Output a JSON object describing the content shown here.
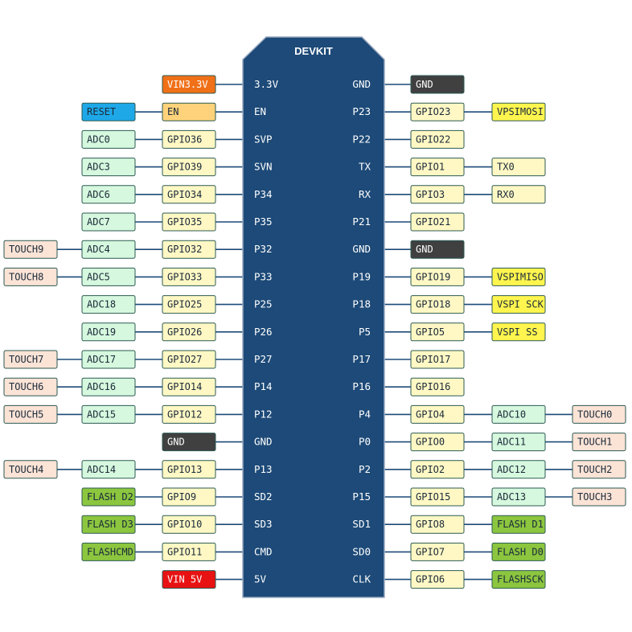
{
  "board": {
    "title": "DEVKIT",
    "left_pins": [
      "3.3V",
      "EN",
      "SVP",
      "SVN",
      "P34",
      "P35",
      "P32",
      "P33",
      "P25",
      "P26",
      "P27",
      "P14",
      "P12",
      "GND",
      "P13",
      "SD2",
      "SD3",
      "CMD",
      "5V"
    ],
    "right_pins": [
      "GND",
      "P23",
      "P22",
      "TX",
      "RX",
      "P21",
      "GND",
      "P19",
      "P18",
      "P5",
      "P17",
      "P16",
      "P4",
      "P0",
      "P2",
      "P15",
      "SD1",
      "SD0",
      "CLK"
    ]
  },
  "left_rows": [
    [
      {
        "text": "VIN3.3V",
        "type": "power33"
      }
    ],
    [
      {
        "text": "EN",
        "type": "en"
      },
      {
        "text": "RESET",
        "type": "reset"
      }
    ],
    [
      {
        "text": "GPIO36",
        "type": "gpio"
      },
      {
        "text": "ADC0",
        "type": "adc"
      }
    ],
    [
      {
        "text": "GPIO39",
        "type": "gpio"
      },
      {
        "text": "ADC3",
        "type": "adc"
      }
    ],
    [
      {
        "text": "GPIO34",
        "type": "gpio"
      },
      {
        "text": "ADC6",
        "type": "adc"
      }
    ],
    [
      {
        "text": "GPIO35",
        "type": "gpio"
      },
      {
        "text": "ADC7",
        "type": "adc"
      }
    ],
    [
      {
        "text": "GPIO32",
        "type": "gpio"
      },
      {
        "text": "ADC4",
        "type": "adc"
      },
      {
        "text": "TOUCH9",
        "type": "touch"
      }
    ],
    [
      {
        "text": "GPIO33",
        "type": "gpio"
      },
      {
        "text": "ADC5",
        "type": "adc"
      },
      {
        "text": "TOUCH8",
        "type": "touch"
      }
    ],
    [
      {
        "text": "GPIO25",
        "type": "gpio"
      },
      {
        "text": "ADC18",
        "type": "adc"
      }
    ],
    [
      {
        "text": "GPIO26",
        "type": "gpio"
      },
      {
        "text": "ADC19",
        "type": "adc"
      }
    ],
    [
      {
        "text": "GPIO27",
        "type": "gpio"
      },
      {
        "text": "ADC17",
        "type": "adc"
      },
      {
        "text": "TOUCH7",
        "type": "touch"
      }
    ],
    [
      {
        "text": "GPIO14",
        "type": "gpio"
      },
      {
        "text": "ADC16",
        "type": "adc"
      },
      {
        "text": "TOUCH6",
        "type": "touch"
      }
    ],
    [
      {
        "text": "GPIO12",
        "type": "gpio"
      },
      {
        "text": "ADC15",
        "type": "adc"
      },
      {
        "text": "TOUCH5",
        "type": "touch"
      }
    ],
    [
      {
        "text": "GND",
        "type": "gnd"
      }
    ],
    [
      {
        "text": "GPIO13",
        "type": "gpio"
      },
      {
        "text": "ADC14",
        "type": "adc"
      },
      {
        "text": "TOUCH4",
        "type": "touch"
      }
    ],
    [
      {
        "text": "GPIO9",
        "type": "gpio"
      },
      {
        "text": "FLASH D2",
        "type": "flash"
      }
    ],
    [
      {
        "text": "GPIO10",
        "type": "gpio"
      },
      {
        "text": "FLASH D3",
        "type": "flash"
      }
    ],
    [
      {
        "text": "GPIO11",
        "type": "gpio"
      },
      {
        "text": "FLASHCMD",
        "type": "flash"
      }
    ],
    [
      {
        "text": "VIN 5V",
        "type": "power5"
      }
    ]
  ],
  "right_rows": [
    [
      {
        "text": "GND",
        "type": "gnd"
      }
    ],
    [
      {
        "text": "GPIO23",
        "type": "gpio"
      },
      {
        "text": "VPSIMOSI",
        "type": "spi"
      }
    ],
    [
      {
        "text": "GPIO22",
        "type": "gpio"
      }
    ],
    [
      {
        "text": "GPIO1",
        "type": "gpio"
      },
      {
        "text": "TX0",
        "type": "uart"
      }
    ],
    [
      {
        "text": "GPIO3",
        "type": "gpio"
      },
      {
        "text": "RX0",
        "type": "uart"
      }
    ],
    [
      {
        "text": "GPIO21",
        "type": "gpio"
      }
    ],
    [
      {
        "text": "GND",
        "type": "gnd"
      }
    ],
    [
      {
        "text": "GPIO19",
        "type": "gpio"
      },
      {
        "text": "VSPIMISO",
        "type": "spi"
      }
    ],
    [
      {
        "text": "GPIO18",
        "type": "gpio"
      },
      {
        "text": "VSPI SCK",
        "type": "spi"
      }
    ],
    [
      {
        "text": "GPIO5",
        "type": "gpio"
      },
      {
        "text": "VSPI SS",
        "type": "spi"
      }
    ],
    [
      {
        "text": "GPIO17",
        "type": "gpio"
      }
    ],
    [
      {
        "text": "GPIO16",
        "type": "gpio"
      }
    ],
    [
      {
        "text": "GPIO4",
        "type": "gpio"
      },
      {
        "text": "ADC10",
        "type": "adc"
      },
      {
        "text": "TOUCH0",
        "type": "touch"
      }
    ],
    [
      {
        "text": "GPIO0",
        "type": "gpio"
      },
      {
        "text": "ADC11",
        "type": "adc"
      },
      {
        "text": "TOUCH1",
        "type": "touch"
      }
    ],
    [
      {
        "text": "GPIO2",
        "type": "gpio"
      },
      {
        "text": "ADC12",
        "type": "adc"
      },
      {
        "text": "TOUCH2",
        "type": "touch"
      }
    ],
    [
      {
        "text": "GPIO15",
        "type": "gpio"
      },
      {
        "text": "ADC13",
        "type": "adc"
      },
      {
        "text": "TOUCH3",
        "type": "touch"
      }
    ],
    [
      {
        "text": "GPIO8",
        "type": "gpio"
      },
      {
        "text": "FLASH D1",
        "type": "flash"
      }
    ],
    [
      {
        "text": "GPIO7",
        "type": "gpio"
      },
      {
        "text": "FLASH D0",
        "type": "flash"
      }
    ],
    [
      {
        "text": "GPIO6",
        "type": "gpio"
      },
      {
        "text": "FLASHSCK",
        "type": "flash"
      }
    ]
  ],
  "colors": {
    "board_fill": "#1d4a78",
    "board_stroke": "#9aaac0",
    "connector": "#1d4a78",
    "gpio": "#fff8c4",
    "adc": "#d6f8de",
    "touch": "#fbe3d6",
    "flash": "#8cc63f",
    "gnd": "#404040",
    "power33": "#f07018",
    "power5": "#e81212",
    "en": "#fdd27a",
    "reset": "#1ea8e8",
    "spi": "#fff54e",
    "uart": "#fff8c4",
    "border": "#2b5a52"
  }
}
